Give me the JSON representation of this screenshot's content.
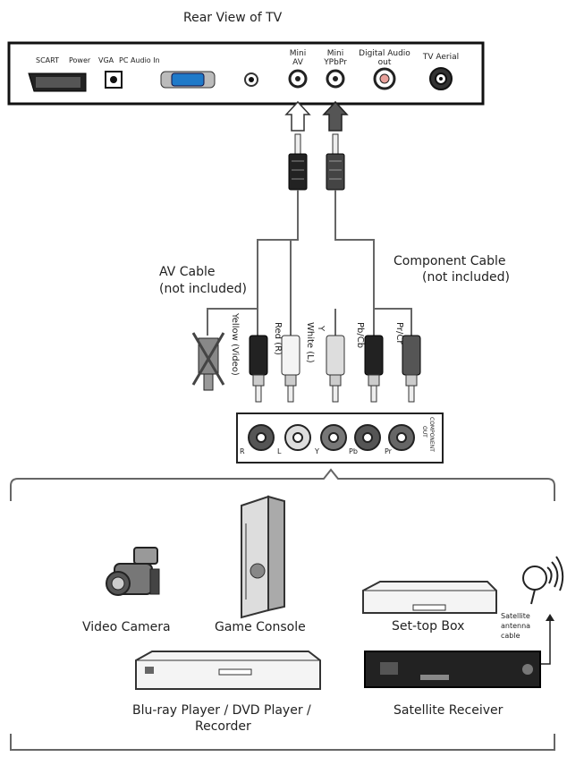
{
  "title": "Rear View of TV",
  "tv_ports": {
    "scart": "SCART",
    "power": "Power",
    "vga": "VGA",
    "pc_audio_in": "PC Audio In",
    "mini_av_1": "Mini",
    "mini_av_2": "AV",
    "mini_ypbpr_1": "Mini",
    "mini_ypbpr_2": "YPbPr",
    "digital_audio_1": "Digital Audio",
    "digital_audio_2": "out",
    "tv_aerial": "TV Aerial"
  },
  "cables": {
    "av_cable_1": "AV Cable",
    "av_cable_2": "(not included)",
    "component_cable_1": "Component Cable",
    "component_cable_2": "(not included)"
  },
  "plugs": {
    "yellow": "Yellow (Video)",
    "red": "Red (R)",
    "white": "White (L)",
    "y": "Y",
    "pb": "Pb/Cb",
    "pr": "Pr/Cr"
  },
  "panel": {
    "r": "R",
    "l": "L",
    "y": "Y",
    "pb": "Pb",
    "pr": "Pr",
    "component_out_1": "COMPONENT",
    "component_out_2": "OUT"
  },
  "devices": {
    "video_camera": "Video Camera",
    "game_console": "Game Console",
    "set_top_box": "Set-top Box",
    "satellite_antenna_1": "Satellite",
    "satellite_antenna_2": "antenna",
    "satellite_antenna_3": "cable",
    "bluray_1": "Blu-ray Player / DVD Player /",
    "bluray_2": "Recorder",
    "satellite_receiver": "Satellite Receiver"
  }
}
